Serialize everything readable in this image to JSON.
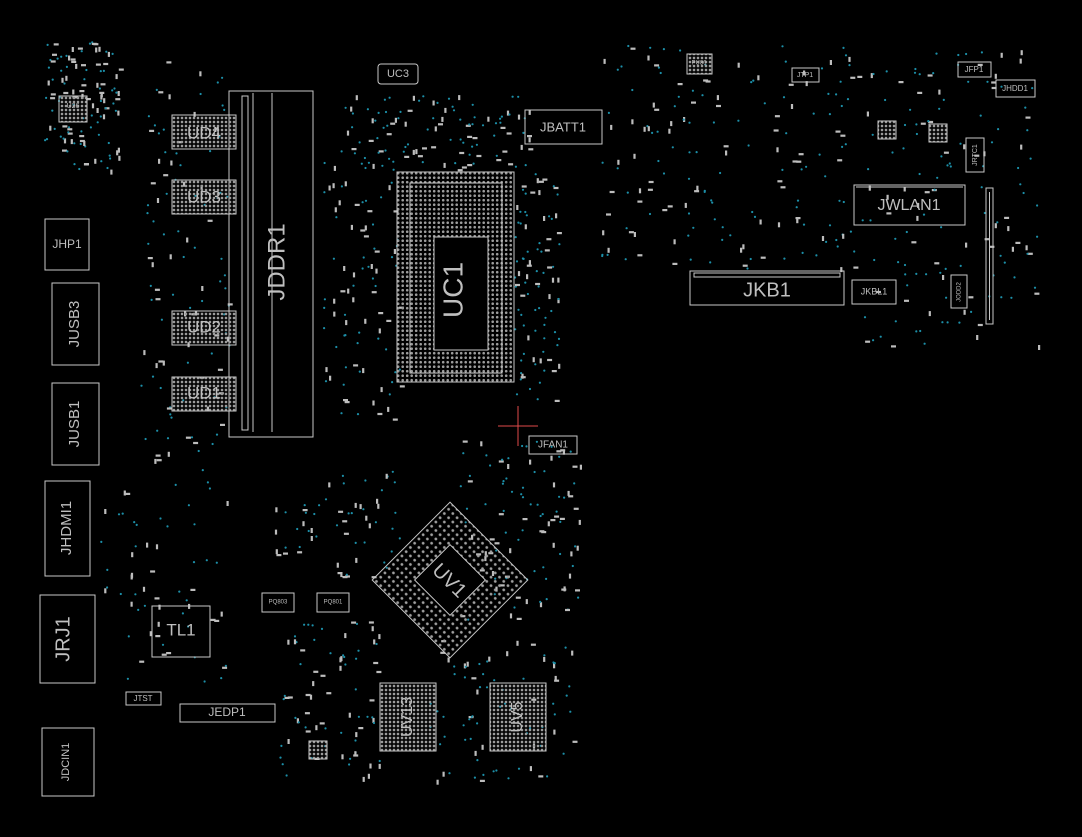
{
  "labels": {
    "JDDR1": "JDDR1",
    "UD4": "UD4",
    "UD3": "UD3",
    "UD2": "UD2",
    "UD1": "UD1",
    "UC1": "UC1",
    "UC3": "UC3",
    "UV1": "UV1",
    "UV13": "UV13",
    "UV5": "UV5",
    "JBATT1": "JBATT1",
    "JFAN1": "JFAN1",
    "JKB1": "JKB1",
    "JKBL1": "JKBL1",
    "JWLAN1": "JWLAN1",
    "JHDD1": "JHDD1",
    "JFP1": "JFP1",
    "JTP1": "JTP1",
    "JRTC1": "JRTC1",
    "JODD2": "JODD2",
    "JHP1": "JHP1",
    "JUSB3": "JUSB3",
    "JUSB1": "JUSB1",
    "JHDMI1": "JHDMI1",
    "JRJ1": "JRJ1",
    "JDCIN1": "JDCIN1",
    "TL1": "TL1",
    "JEDP1": "JEDP1",
    "JTST": "JTST",
    "U26": "U26",
    "PQ803": "PQ803",
    "PQ801": "PQ801",
    "PU86": "PU86"
  },
  "colors": {
    "background": "#000000",
    "silkscreen": "#c8c8c8",
    "via": "#1c8fa8",
    "marker": "#e04a4a"
  }
}
